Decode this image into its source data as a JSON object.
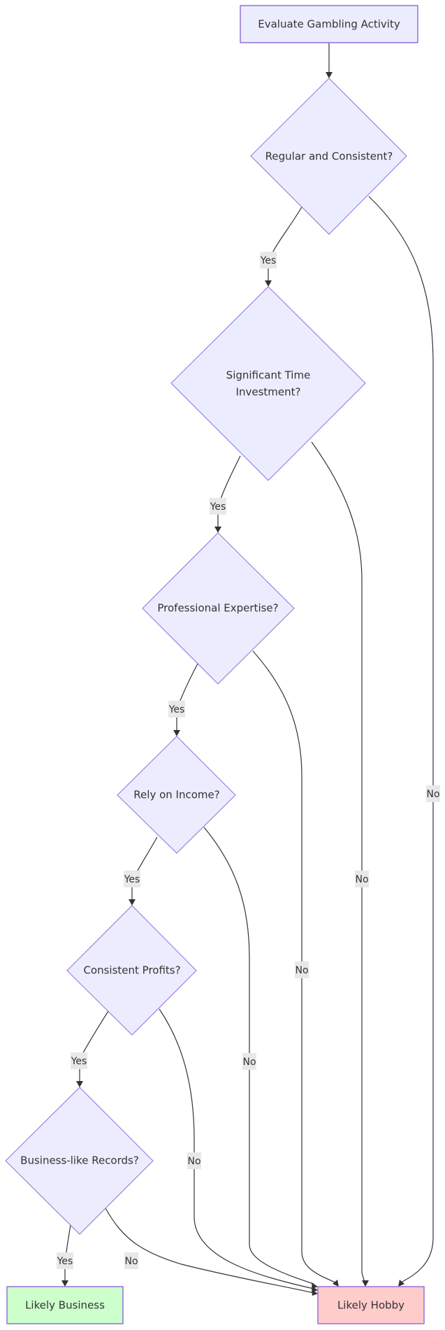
{
  "diagram": {
    "type": "flowchart",
    "direction": "top-down",
    "colors": {
      "default_fill": "#ececff",
      "border": "#9370db",
      "business_fill": "#ccffcc",
      "hobby_fill": "#ffcccc",
      "edge": "#333333",
      "label_bg": "#e8e8e8",
      "text": "#333333"
    },
    "nodes": {
      "start": {
        "label": "Evaluate Gambling Activity",
        "shape": "rectangle"
      },
      "q1": {
        "label": "Regular and Consistent?",
        "shape": "diamond"
      },
      "q2": {
        "label_lines": [
          "Significant Time",
          "Investment?"
        ],
        "shape": "diamond"
      },
      "q3": {
        "label": "Professional Expertise?",
        "shape": "diamond"
      },
      "q4": {
        "label": "Rely on Income?",
        "shape": "diamond"
      },
      "q5": {
        "label": "Consistent Profits?",
        "shape": "diamond"
      },
      "q6": {
        "label": "Business-like Records?",
        "shape": "diamond"
      },
      "business": {
        "label": "Likely Business",
        "shape": "rectangle"
      },
      "hobby": {
        "label": "Likely Hobby",
        "shape": "rectangle"
      }
    },
    "edges": [
      {
        "from": "start",
        "to": "q1",
        "label": ""
      },
      {
        "from": "q1",
        "to": "q2",
        "label": "Yes"
      },
      {
        "from": "q1",
        "to": "hobby",
        "label": "No"
      },
      {
        "from": "q2",
        "to": "q3",
        "label": "Yes"
      },
      {
        "from": "q2",
        "to": "hobby",
        "label": "No"
      },
      {
        "from": "q3",
        "to": "q4",
        "label": "Yes"
      },
      {
        "from": "q3",
        "to": "hobby",
        "label": "No"
      },
      {
        "from": "q4",
        "to": "q5",
        "label": "Yes"
      },
      {
        "from": "q4",
        "to": "hobby",
        "label": "No"
      },
      {
        "from": "q5",
        "to": "q6",
        "label": "Yes"
      },
      {
        "from": "q5",
        "to": "hobby",
        "label": "No"
      },
      {
        "from": "q6",
        "to": "business",
        "label": "Yes"
      },
      {
        "from": "q6",
        "to": "hobby",
        "label": "No"
      }
    ]
  }
}
